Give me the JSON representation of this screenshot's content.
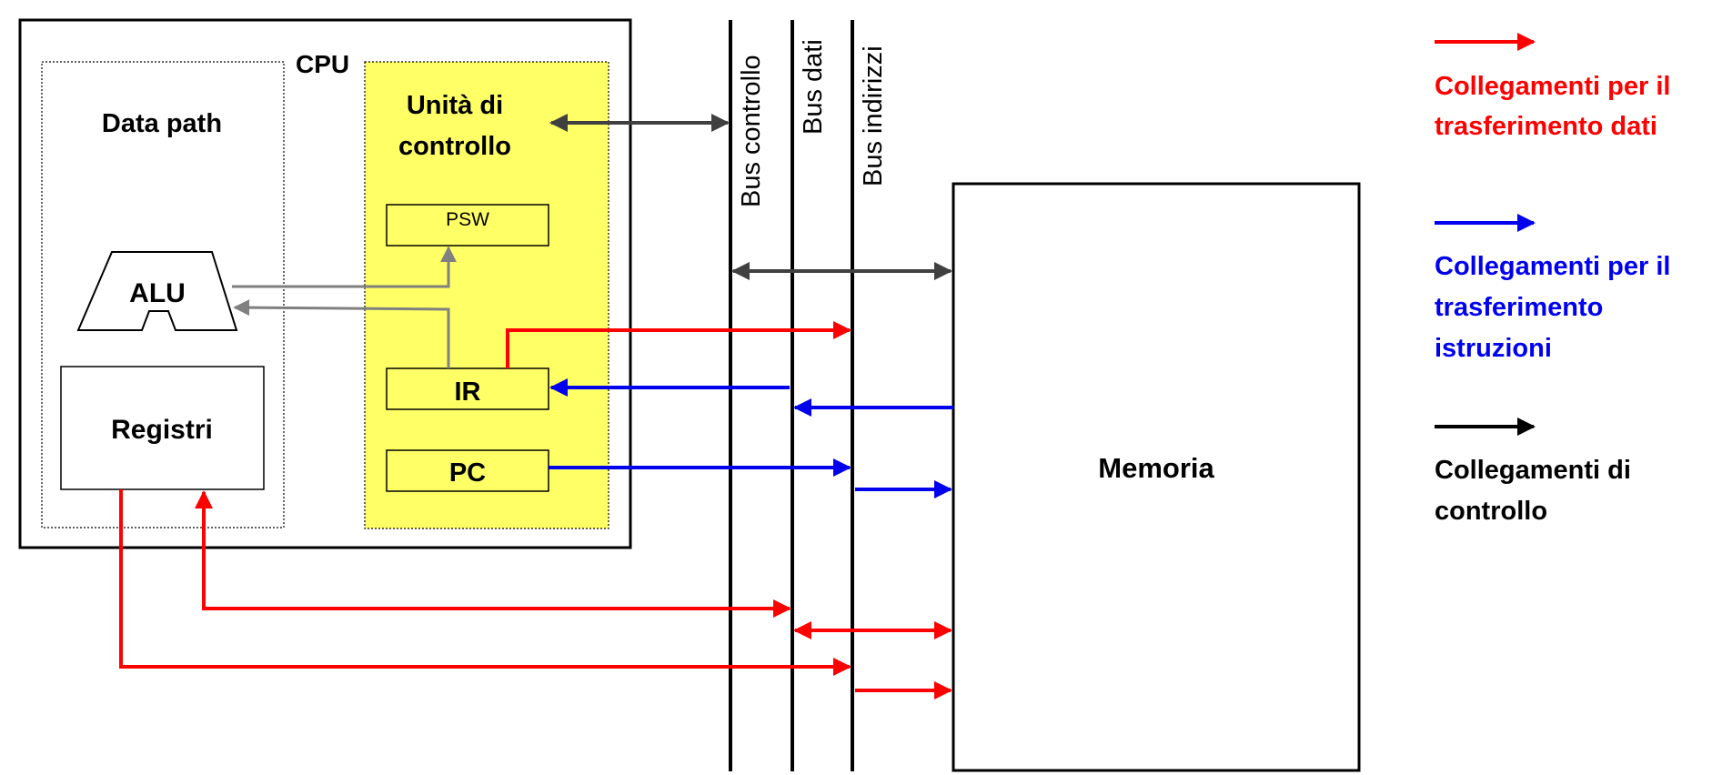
{
  "cpu": {
    "label": "CPU",
    "datapath": {
      "label": "Data path",
      "alu_label": "ALU",
      "registers_label": "Registri"
    },
    "control_unit": {
      "label_line1": "Unità di",
      "label_line2": "controllo",
      "psw_label": "PSW",
      "ir_label": "IR",
      "pc_label": "PC",
      "fill_color": "#ffff66"
    }
  },
  "buses": {
    "control": "Bus controllo",
    "data": "Bus dati",
    "address": "Bus indirizzi"
  },
  "memory": {
    "label": "Memoria"
  },
  "legend": {
    "data_transfer": {
      "line1": "Collegamenti per il",
      "line2": "trasferimento dati",
      "color": "#ff0000"
    },
    "instruction_transfer": {
      "line1": "Collegamenti per il",
      "line2": "trasferimento",
      "line3": "istruzioni",
      "color": "#0000ee"
    },
    "control": {
      "line1": "Collegamenti di",
      "line2": "controllo",
      "color": "#000000"
    }
  },
  "colors": {
    "data": "#ff0000",
    "instruction": "#0000ee",
    "control_link": "#404040",
    "internal": "#808080"
  }
}
